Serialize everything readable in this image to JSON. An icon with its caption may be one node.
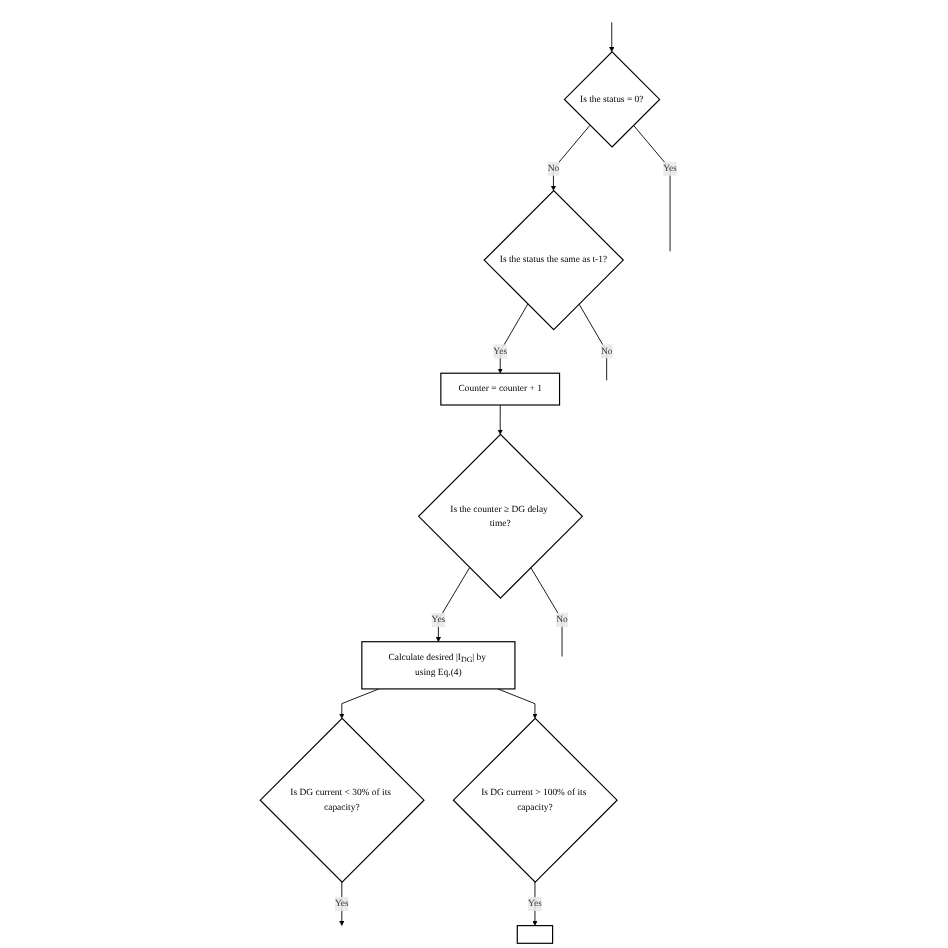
{
  "diagram": {
    "nodes": [
      {
        "text": [
          "Is the status = 0?"
        ]
      },
      {
        "text": [
          "Is the status the same as t-1?"
        ]
      },
      {
        "text": [
          "Counter = counter + 1"
        ]
      },
      {
        "text": [
          "Is the counter ≥ DG delay time?"
        ]
      },
      {
        "text": [
          "Calculate desired |I$_{DG}$| by using Eq.(4)"
        ]
      },
      {
        "text": [
          "Is DG current < 30% of its capacity?"
        ]
      },
      {
        "text": [
          "Is DG current > 100% of its capacity?"
        ]
      },
      {
        "text": [],
        "shape": "box"
      }
    ],
    "edges": [
      {
        "from": null,
        "to": 0,
        "arrow": "to"
      },
      {
        "from": 0,
        "to": null,
        "label": "Yes",
        "arrow": "none"
      },
      {
        "from": 0,
        "to": 1,
        "label": "No",
        "arrow": "to"
      },
      {
        "from": 1,
        "to": null,
        "label": "No",
        "arrow": "none"
      },
      {
        "from": 1,
        "to": 2,
        "label": "Yes",
        "arrow": "to"
      },
      {
        "from": 2,
        "to": 3,
        "arrow": "to"
      },
      {
        "from": 3,
        "to": null,
        "label": "No",
        "arrow": "none"
      },
      {
        "from": 3,
        "to": 4,
        "label": "Yes",
        "arrow": "to"
      },
      {
        "from": 4,
        "to": 5,
        "arrow": "to"
      },
      {
        "from": 4,
        "to": 6,
        "arrow": "to"
      },
      {
        "from": 5,
        "to": null,
        "label": "Yes",
        "arrow": "to"
      },
      {
        "from": 6,
        "to": 7,
        "label": "Yes",
        "arrow": "to"
      }
    ]
  }
}
